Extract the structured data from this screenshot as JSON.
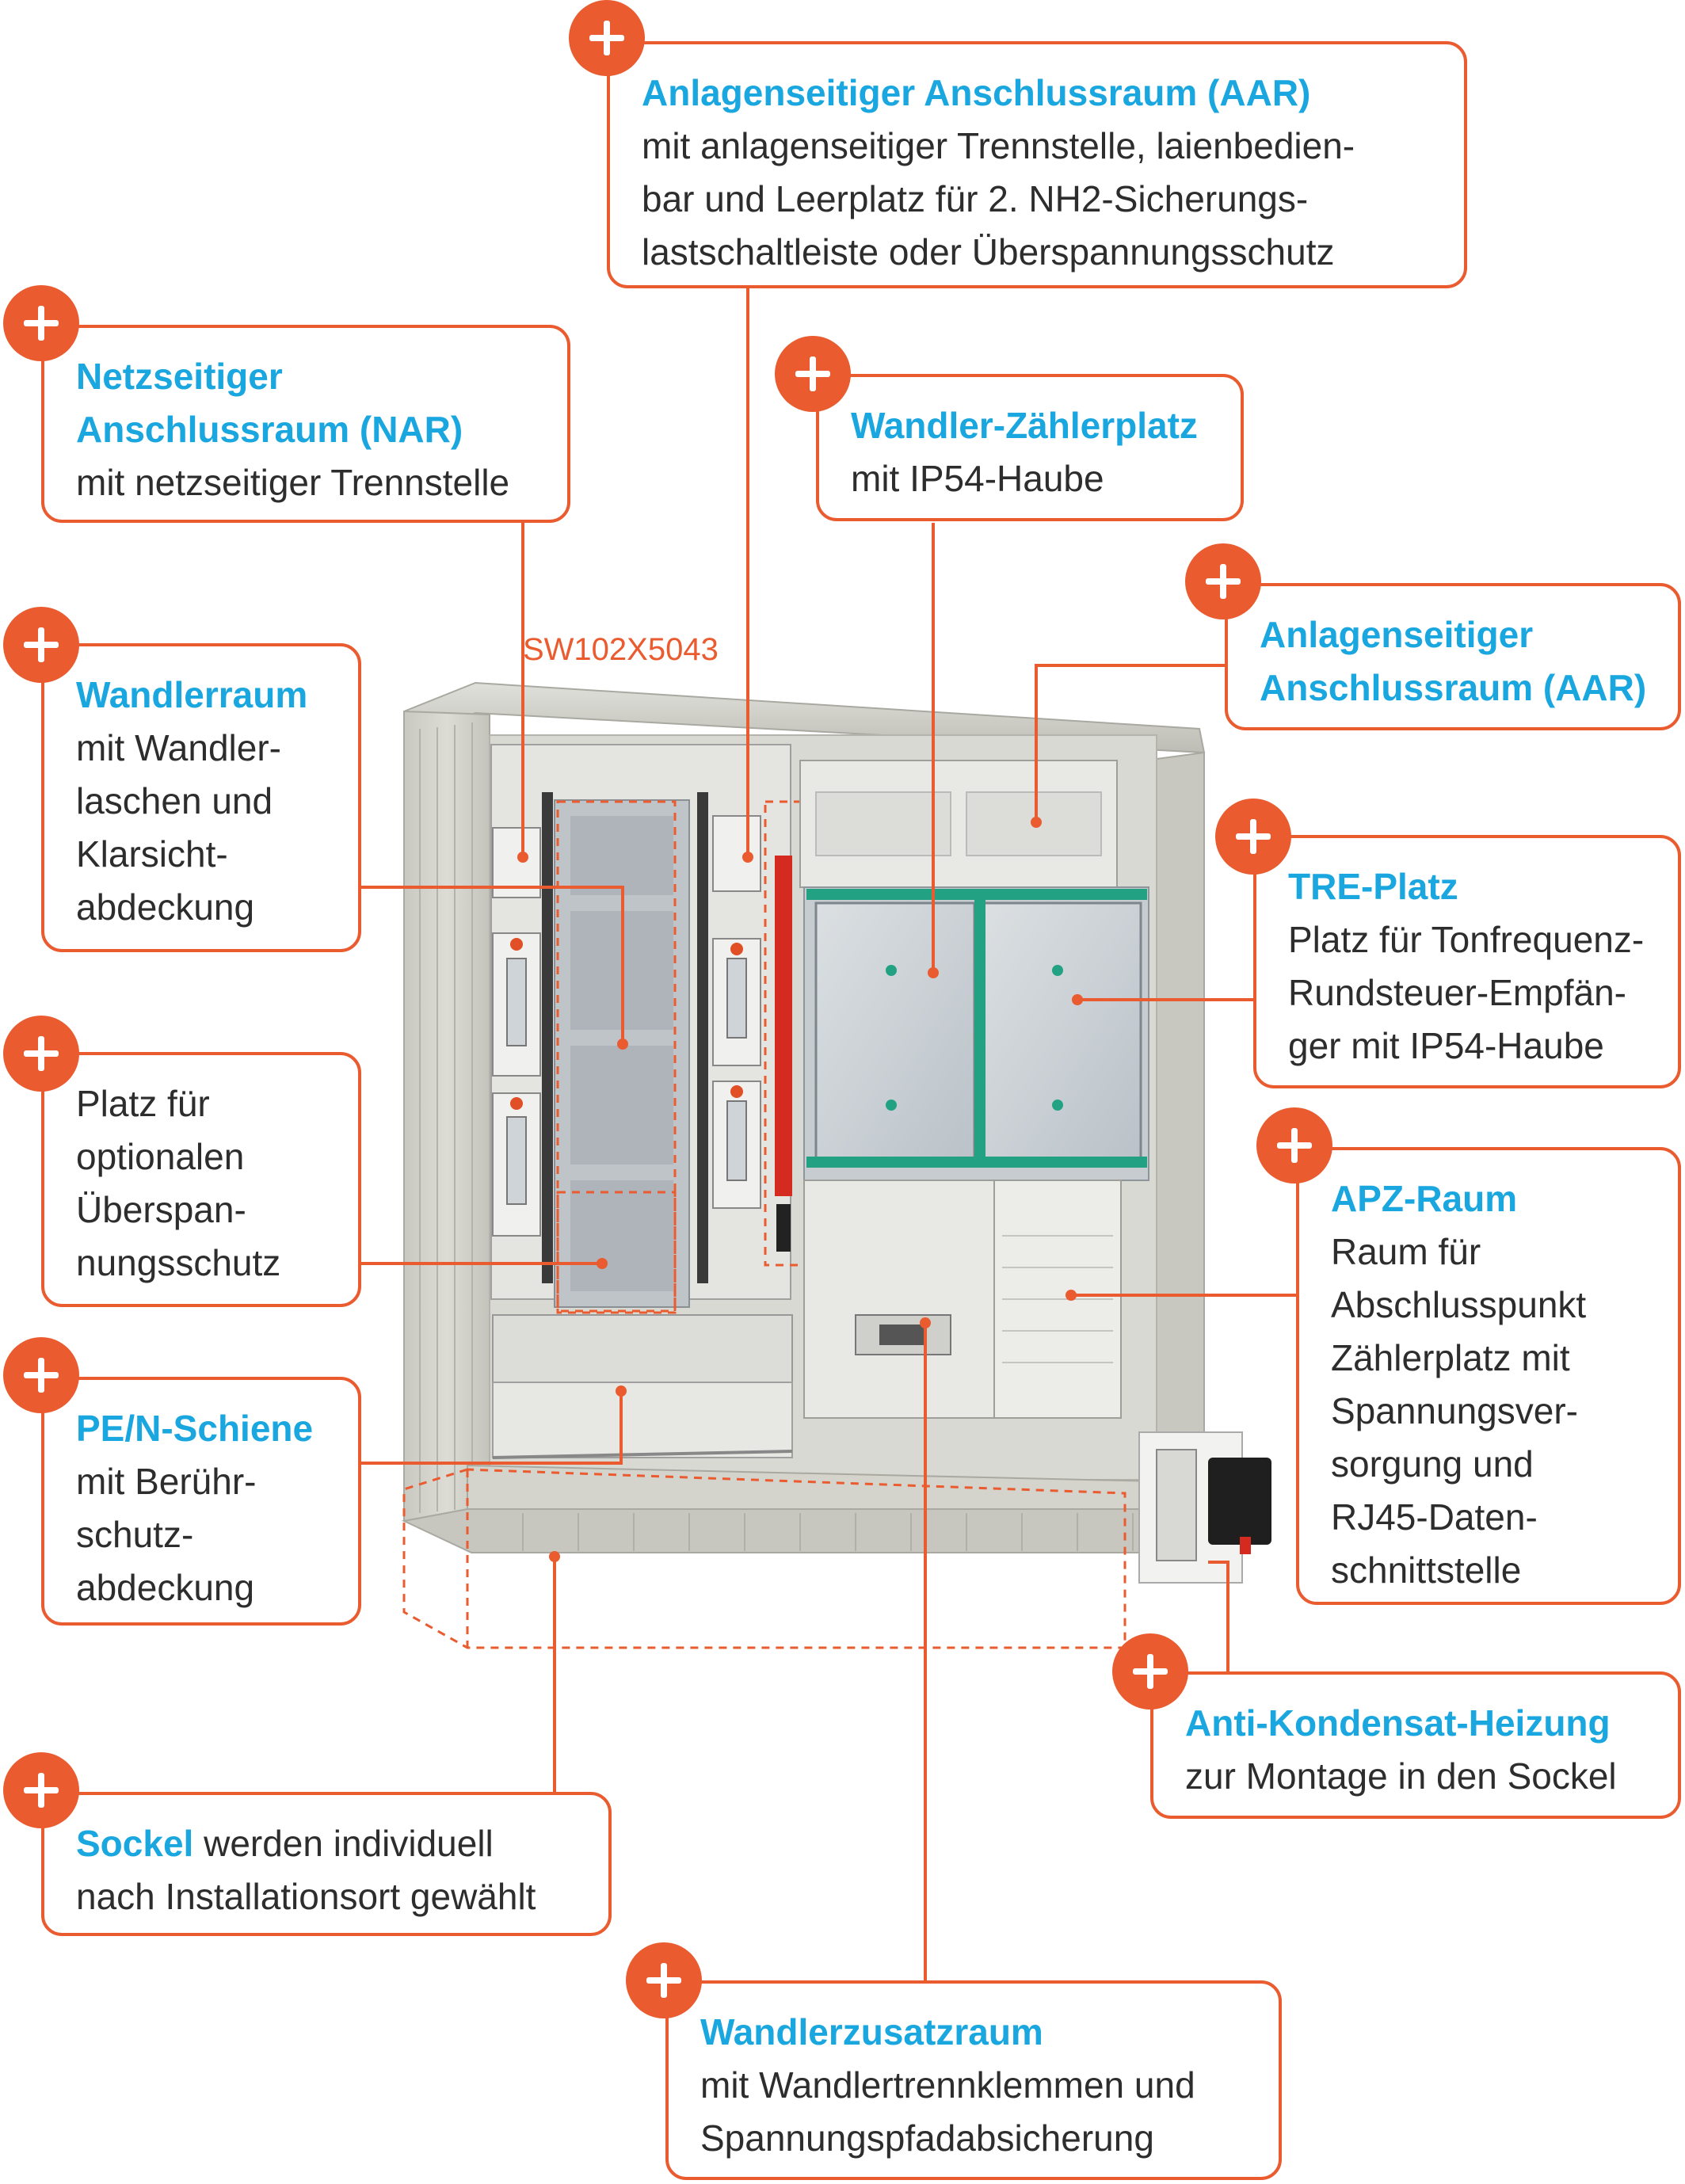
{
  "product_code": "SW102X5043",
  "brand_colors": {
    "accent": "#ea5b2f",
    "title": "#1aa6df",
    "text": "#2d2d2d"
  },
  "callouts": {
    "aar_top": {
      "title": "Anlagenseitiger Anschlussraum (AAR)",
      "lines": [
        "mit anlagenseitiger Trennstelle, laienbedien-",
        "bar und Leerplatz für 2. NH2-Sicherungs-",
        "lastschaltleiste oder Überspannungsschutz"
      ]
    },
    "nar": {
      "title": [
        "Netzseitiger",
        "Anschlussraum (NAR)"
      ],
      "lines": [
        "mit netzseitiger Trennstelle"
      ]
    },
    "wandler_zaehlerplatz": {
      "title": "Wandler-Zählerplatz",
      "lines": [
        "mit IP54-Haube"
      ]
    },
    "aar_right": {
      "title": [
        "Anlagenseitiger",
        "Anschlussraum (AAR)"
      ]
    },
    "wandlerraum": {
      "title": "Wandlerraum",
      "lines": [
        "mit Wandler-",
        "laschen und",
        "Klarsicht-",
        "abdeckung"
      ]
    },
    "tre_platz": {
      "title": "TRE-Platz",
      "lines": [
        "Platz für Tonfrequenz-",
        "Rundsteuer-Empfän-",
        "ger mit IP54-Haube"
      ]
    },
    "ueberspannung": {
      "lines": [
        "Platz für",
        "optionalen",
        "Überspan-",
        "nungsschutz"
      ]
    },
    "apz_raum": {
      "title": "APZ-Raum",
      "lines": [
        "Raum für",
        "Abschlusspunkt",
        "Zählerplatz mit",
        "Spannungsver-",
        "sorgung und",
        "RJ45-Daten-",
        "schnittstelle"
      ]
    },
    "pe_n": {
      "title": "PE/N-Schiene",
      "lines": [
        "mit Berühr-",
        "schutz-",
        "abdeckung"
      ]
    },
    "heizung": {
      "title": "Anti-Kondensat-Heizung",
      "lines": [
        "zur Montage in den Sockel"
      ]
    },
    "sockel": {
      "title": "Sockel",
      "rest": " werden individuell",
      "lines": [
        "nach Installationsort gewählt"
      ]
    },
    "wandlerzusatzraum": {
      "title": "Wandlerzusatzraum",
      "lines": [
        "mit Wandlertrennklemmen und",
        "Spannungspfadabsicherung"
      ]
    }
  }
}
